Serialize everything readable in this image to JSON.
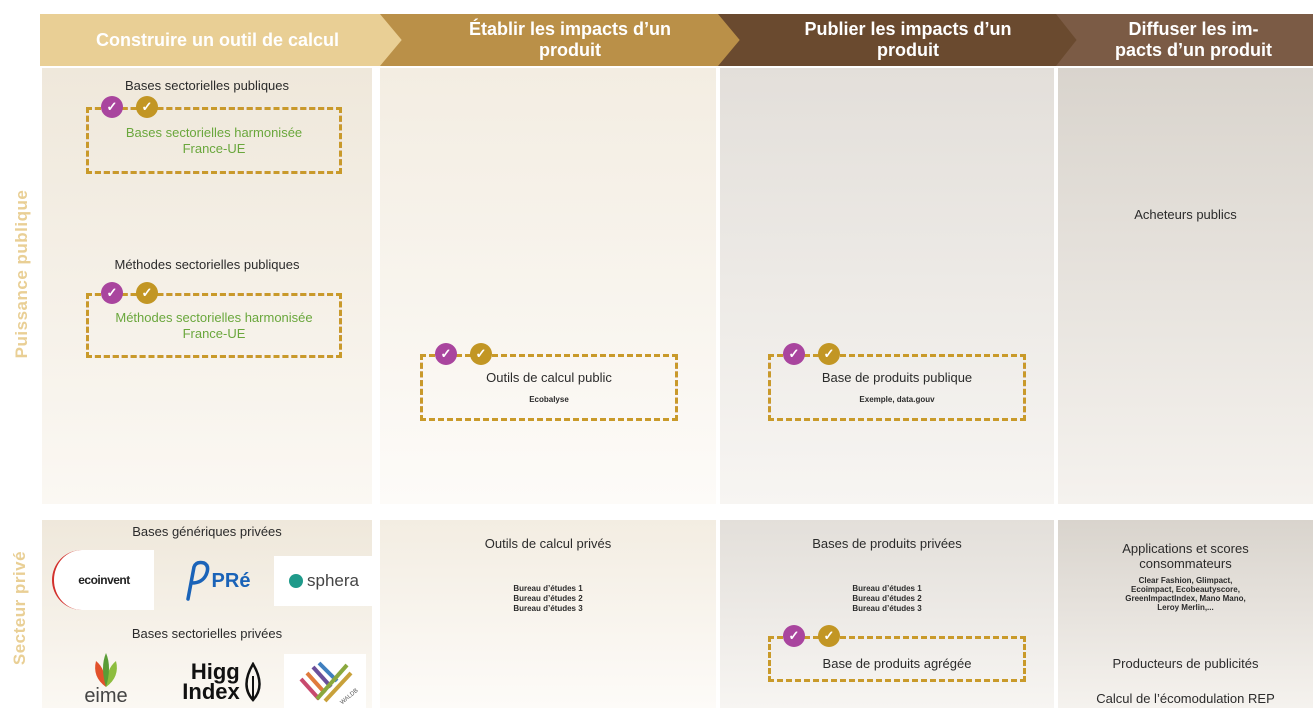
{
  "header": {
    "col1": "Construire un outil de calcul",
    "col2_l1": "Établir les impacts d’un",
    "col2_l2": "produit",
    "col3_l1": "Publier les impacts d’un",
    "col3_l2": "produit",
    "col4_l1": "Diffuser les im-",
    "col4_l2": "pacts d’un produit"
  },
  "rows": {
    "public": "Puissance publique",
    "private": "Secteur privé"
  },
  "public": {
    "bases_title": "Bases sectorielles publiques",
    "bases_box_l1": "Bases sectorielles harmonisée",
    "bases_box_l2": "France-UE",
    "methodes_title": "Méthodes sectorielles publiques",
    "methodes_box_l1": "Méthodes sectorielles harmonisée",
    "methodes_box_l2": "France-UE",
    "outil_title": "Outils de calcul public",
    "outil_sub": "Ecobalyse",
    "base_prod_title": "Base de produits publique",
    "base_prod_sub": "Exemple, data.gouv",
    "acheteurs": "Acheteurs publics"
  },
  "private": {
    "generiques_title": "Bases génériques privées",
    "sectorielles_title": "Bases sectorielles privées",
    "logos": {
      "econvent": "ecoinvent",
      "pre": "PRé",
      "sphera": "sphera",
      "eime": "eime",
      "higg_l1": "Higg",
      "higg_l2": "Index",
      "waldb": "WALDB"
    },
    "outils_title": "Outils de calcul privés",
    "outils_items": [
      "Bureau d’études 1",
      "Bureau d’études 2",
      "Bureau d’études 3"
    ],
    "bases_prod_title": "Bases de produits privées",
    "bases_prod_items": [
      "Bureau d’études 1",
      "Bureau d’études 2",
      "Bureau d’études 3"
    ],
    "base_agregee": "Base de produits agrégée",
    "apps_l1": "Applications et scores",
    "apps_l2": "consommateurs",
    "apps_list_l1": "Clear Fashion, Glimpact,",
    "apps_list_l2": "Ecoimpact, Ecobeautyscore,",
    "apps_list_l3": "GreenImpactIndex, Mano Mano,",
    "apps_list_l4": "Leroy Merlin,...",
    "producteurs": "Producteurs de publicités",
    "calcul": "Calcul de l’écomodulation REP"
  },
  "badges": {
    "check": "✓"
  },
  "colors": {
    "header1": "#e9cf95",
    "header2": "#ba9048",
    "header3": "#6a4a2f",
    "header4": "#7b5b45",
    "badge_purple": "#a9459e",
    "badge_gold": "#c29624",
    "green_text": "#6aa73c"
  }
}
